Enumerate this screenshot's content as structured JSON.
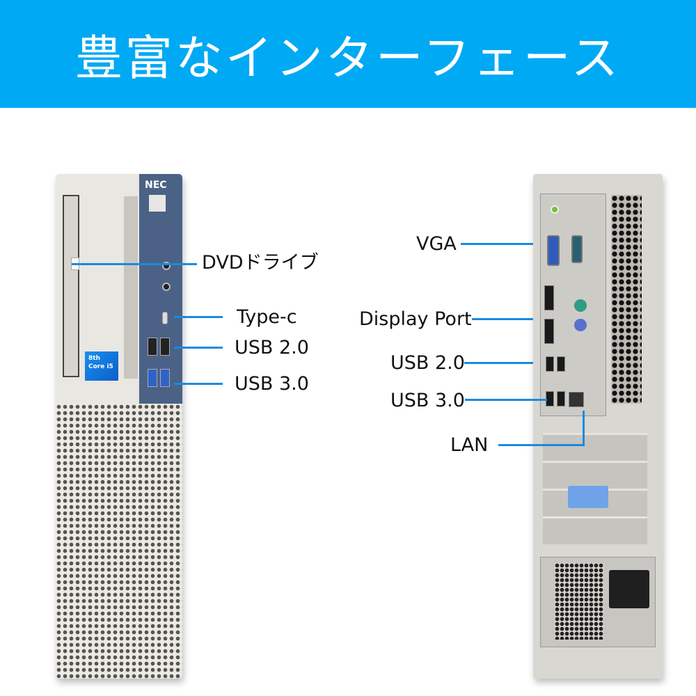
{
  "header": {
    "title": "豊富なインターフェース",
    "background_color": "#00a9f4"
  },
  "front_view": {
    "brand": "NEC",
    "cpu_badge": {
      "line1": "8th",
      "line2": "Core i5"
    },
    "callouts": [
      {
        "label": "DVDドライブ"
      },
      {
        "label": "Type-c"
      },
      {
        "label": "USB 2.0"
      },
      {
        "label": "USB 3.0"
      }
    ]
  },
  "rear_view": {
    "callouts": [
      {
        "label": "VGA"
      },
      {
        "label": "Display Port"
      },
      {
        "label": "USB 2.0"
      },
      {
        "label": "USB 3.0"
      },
      {
        "label": "LAN"
      }
    ]
  },
  "colors": {
    "callout_line": "#1a8ae0",
    "front_panel": "#4b6286"
  }
}
